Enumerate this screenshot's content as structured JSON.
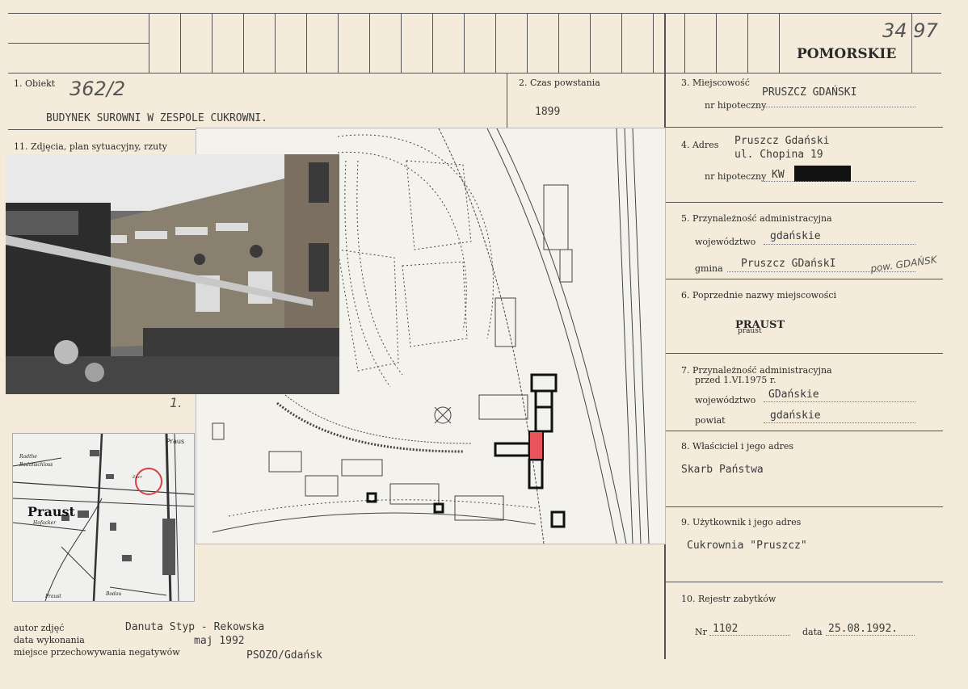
{
  "header": {
    "region": "POMORSKIE",
    "archive_number": "34 97"
  },
  "f1": {
    "label": "1. Obiekt",
    "object_number": "362/2",
    "name": "BUDYNEK SUROWNI W ZESPOLE CUKROWNI."
  },
  "f2": {
    "label": "2. Czas powstania",
    "value": "1899"
  },
  "f3": {
    "label": "3. Miejscowość",
    "value": "PRUSZCZ GDAŃSKI",
    "sub_label": "nr hipoteczny"
  },
  "f4": {
    "label": "4. Adres",
    "line1": "Pruszcz Gdański",
    "line2": "ul. Chopina 19",
    "sub_label": "nr hipoteczny",
    "kw": "KW"
  },
  "f5": {
    "label": "5. Przynależność administracyjna",
    "voiv_label": "województwo",
    "voiv": "gdańskie",
    "gmina_label": "gmina",
    "gmina": "Pruszcz GDańskI",
    "pow": "pow. GDAŃSK"
  },
  "f6": {
    "label": "6. Poprzednie nazwy miejscowości",
    "value": "PRAUST",
    "value_small": "praust"
  },
  "f7": {
    "label1": "7. Przynależność administracyjna",
    "label2": "przed 1.VI.1975 r.",
    "voiv_label": "województwo",
    "voiv": "GDańskie",
    "powiat_label": "powiat",
    "powiat": "gdańskie"
  },
  "f8": {
    "label": "8. Właściciel i jego adres",
    "value": "Skarb Państwa"
  },
  "f9": {
    "label": "9. Użytkownik i jego adres",
    "value": "Cukrownia \"Pruszcz\""
  },
  "f10": {
    "label": "10. Rejestr zabytków",
    "nr_label": "Nr",
    "nr": "1102",
    "date_label": "data",
    "date": "25.08.1992."
  },
  "f11": {
    "label": "11. Zdjęcia, plan sytuacyjny, rzuty",
    "photo_number": "1."
  },
  "map": {
    "town": "Praust",
    "top_right": "Praus",
    "label_a": "Radthe",
    "label_b": "Badanschloss",
    "label_c": "Hofacker",
    "label_d": "Zucr",
    "label_e": "Praust",
    "label_f": "Bodau"
  },
  "footer": {
    "author_label": "autor zdjęć",
    "author": "Danuta Styp - Rekowska",
    "date_label": "data wykonania",
    "date": "maj 1992",
    "place_label": "miejsce przechowywania negatywów",
    "place": "PSOZO/Gdańsk"
  },
  "colors": {
    "card": "#f4ebda",
    "highlight": "#e8545c",
    "circle": "#d94040"
  }
}
